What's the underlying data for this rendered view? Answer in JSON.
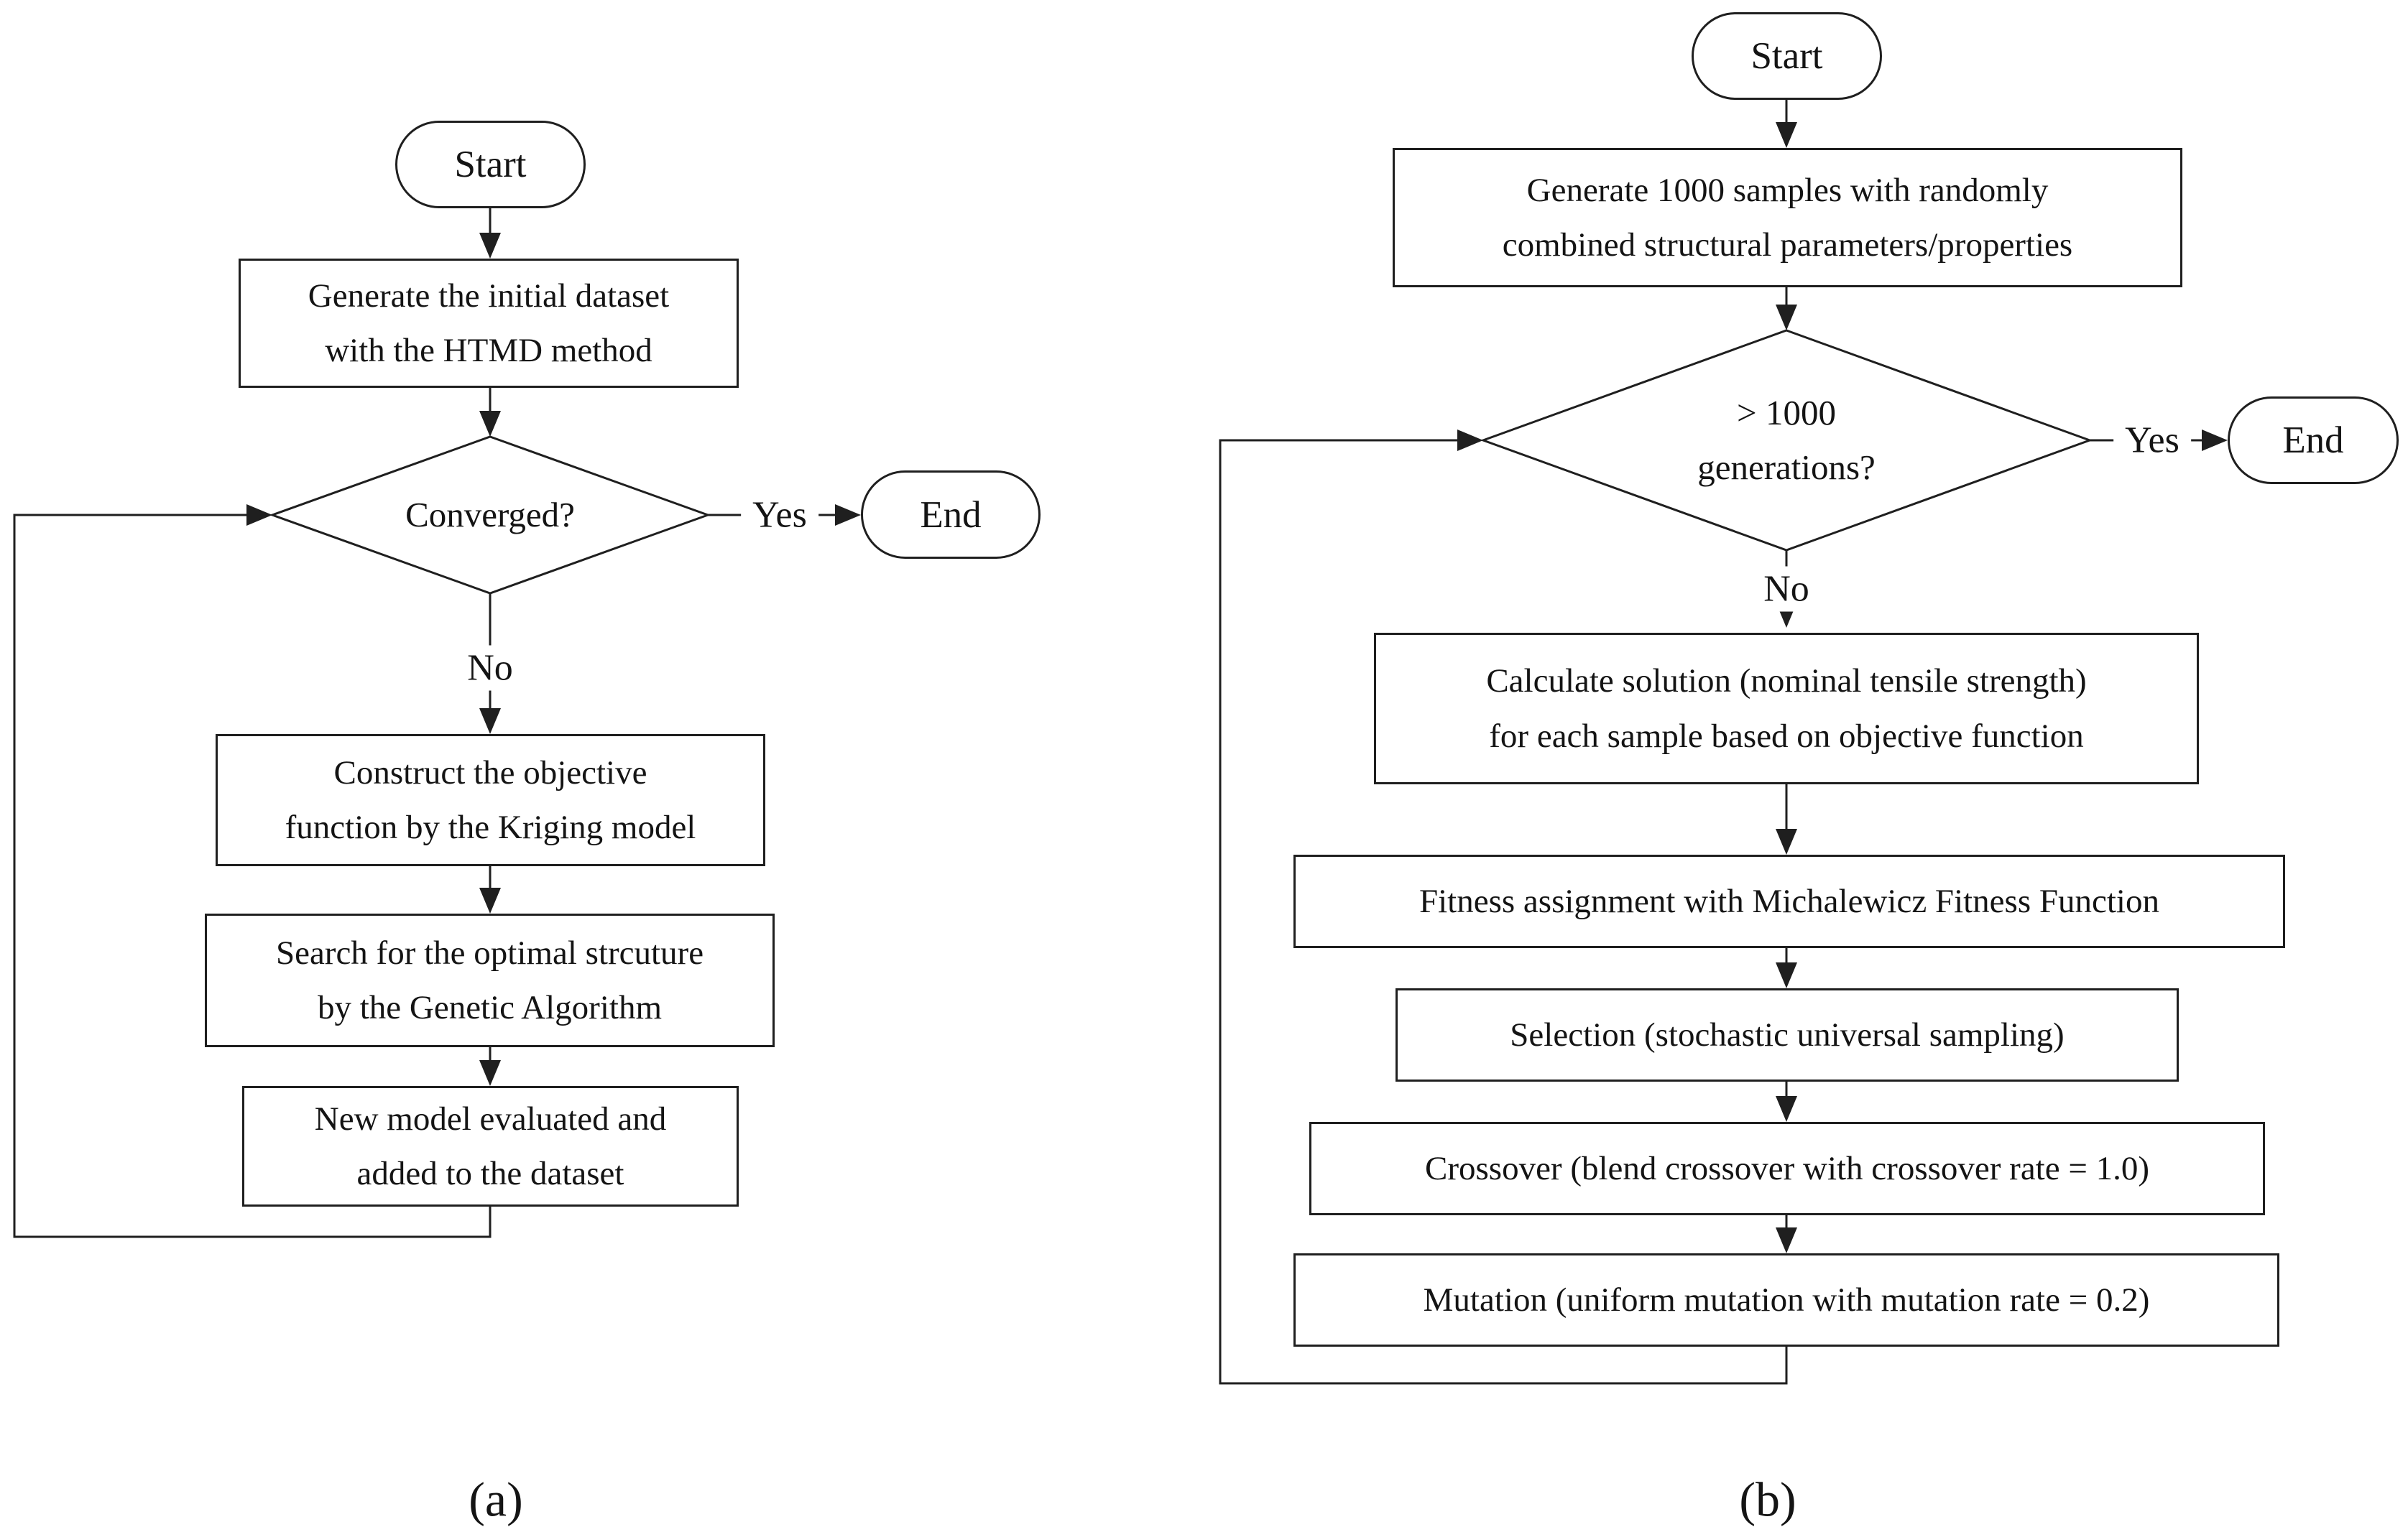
{
  "figure": {
    "caption_a": "(a)",
    "caption_b": "(b)",
    "colors": {
      "stroke": "#1f1f1f",
      "background": "#ffffff"
    }
  },
  "chart_a": {
    "start": "Start",
    "end": "End",
    "decision": "Converged?",
    "edges": {
      "yes": "Yes",
      "no": "No"
    },
    "nodes": {
      "generate": {
        "lines": [
          "Generate the initial dataset",
          "with the HTMD method"
        ]
      },
      "construct": {
        "lines": [
          "Construct the objective",
          "function by the Kriging model"
        ]
      },
      "search": {
        "lines": [
          "Search for the optimal strcuture",
          "by the Genetic Algorithm"
        ]
      },
      "new_model": {
        "lines": [
          "New model evaluated and",
          "added to the dataset"
        ]
      }
    }
  },
  "chart_b": {
    "start": "Start",
    "end": "End",
    "decision": {
      "lines": [
        "> 1000",
        "generations?"
      ]
    },
    "edges": {
      "yes": "Yes",
      "no": "No"
    },
    "nodes": {
      "generate": {
        "lines": [
          "Generate 1000 samples with randomly",
          "combined structural parameters/properties"
        ]
      },
      "calculate": {
        "lines": [
          "Calculate solution (nominal tensile strength)",
          "for each sample based on objective function"
        ]
      },
      "fitness": {
        "lines": [
          "Fitness assignment with Michalewicz Fitness Function"
        ]
      },
      "selection": {
        "lines": [
          "Selection (stochastic universal sampling)"
        ]
      },
      "crossover": {
        "lines": [
          "Crossover (blend crossover with crossover rate = 1.0)"
        ]
      },
      "mutation": {
        "lines": [
          "Mutation (uniform mutation with mutation rate = 0.2)"
        ]
      }
    }
  }
}
